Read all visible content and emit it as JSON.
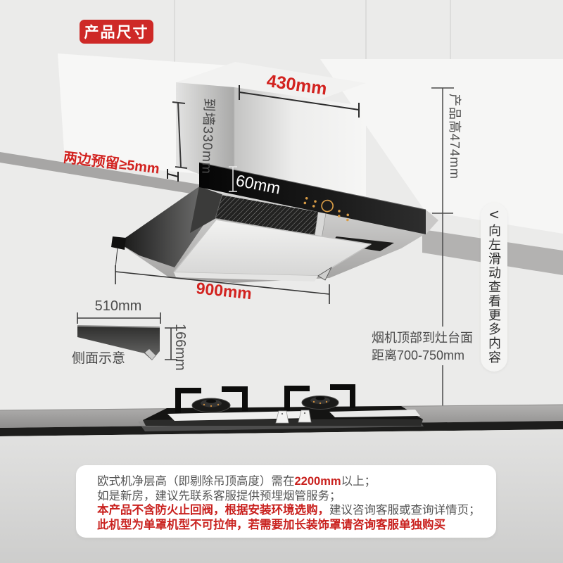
{
  "page": {
    "badge": "产品尺寸",
    "slide_tab": {
      "chevron": "<",
      "text": "向左滑动查看更多内容"
    }
  },
  "dimensions": {
    "top_width": "430mm",
    "to_wall": "到墙330mm",
    "side_gap": "两边预留≥5mm",
    "glass_height": "60mm",
    "product_height": "产品高474mm",
    "body_width": "900mm",
    "profile_depth": "510mm",
    "profile_height": "166mm",
    "profile_caption": "侧面示意",
    "hood_to_counter_line1": "烟机顶部到灶台面",
    "hood_to_counter_line2": "距离700-750mm"
  },
  "notes": {
    "line1_pre": "欧式机净层高（即剔除吊顶高度）需在",
    "line1_em": "2200mm",
    "line1_post": "以上；",
    "line2": "如是新房，建议先联系客服提供预埋烟管服务；",
    "line3_em": "本产品不含防火止回阀，根据安装环境选购，",
    "line3_post": "建议咨询客服或查询详情页；",
    "line4_em": "此机型为单罩机型不可拉伸，若需要加长装饰罩请咨询客服单独购买"
  },
  "colors": {
    "accent_red": "#d2221f",
    "note_red": "#c9211e",
    "text_gray": "#565656",
    "dim_gray": "#4c4c4c",
    "control_amber": "#d79b45",
    "badge_red": "#ce2927"
  }
}
